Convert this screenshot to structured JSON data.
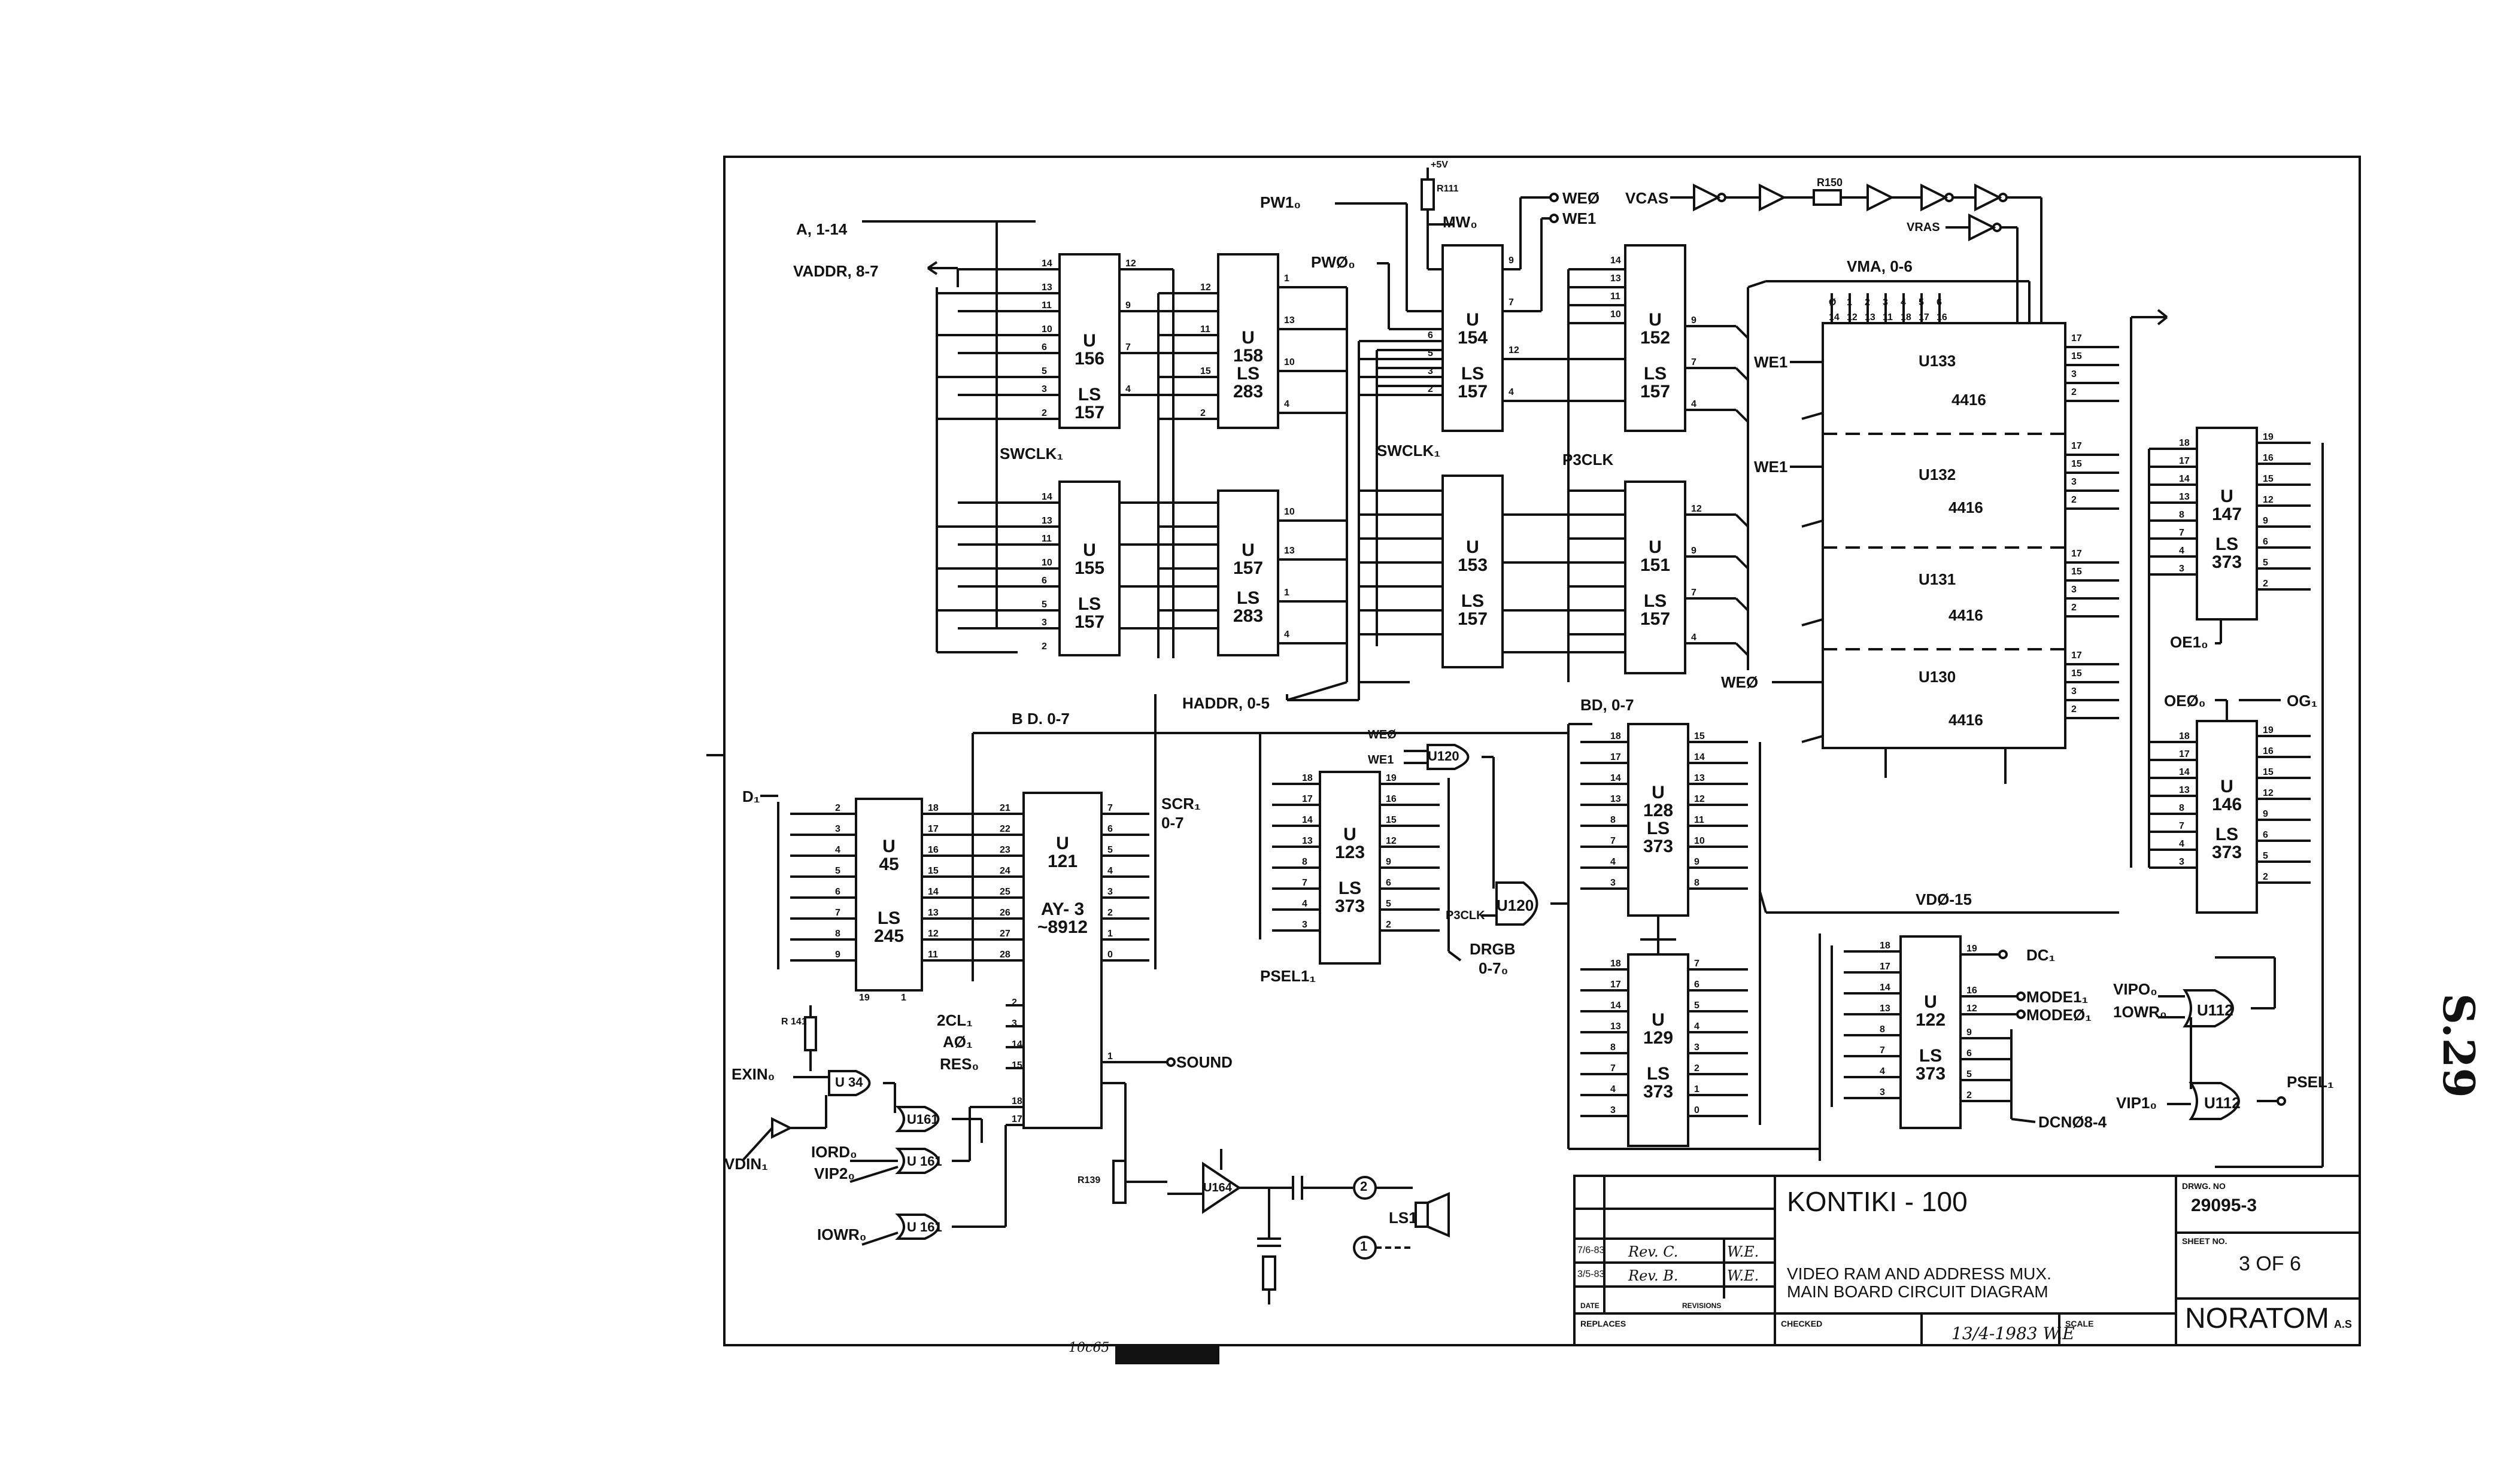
{
  "title_block": {
    "project": "KONTIKI - 100",
    "title_line1": "VIDEO RAM AND ADDRESS MUX.",
    "title_line2": "MAIN BOARD CIRCUIT DIAGRAM",
    "drwg_no_label": "DRWG. NO",
    "drwg_no": "29095-3",
    "sheet_no_label": "SHEET NO.",
    "sheet_no": "3 OF 6",
    "company": "NORATOM",
    "company_suffix": "A.S",
    "date_label": "DATE",
    "revisions_label": "REVISIONS",
    "replaces_label": "REPLACES",
    "checked_label": "CHECKED",
    "scale_label": "SCALE",
    "date_value": "13/4-1983 W.E",
    "rev_rows": [
      {
        "date": "7/6-83",
        "text": "Rev. C.",
        "by": "W.E."
      },
      {
        "date": "3/5-83",
        "text": "Rev. B.",
        "by": "W.E."
      }
    ]
  },
  "side_note": "S.29",
  "bottom_note": "10c65",
  "chips": [
    {
      "id": "u156",
      "lines": [
        "U",
        "156",
        "",
        "LS",
        "157"
      ]
    },
    {
      "id": "u155",
      "lines": [
        "U",
        "155",
        "",
        "LS",
        "157"
      ]
    },
    {
      "id": "u158",
      "lines": [
        "U",
        "158",
        "",
        "LS",
        "283"
      ]
    },
    {
      "id": "u157",
      "lines": [
        "U",
        "157",
        "",
        "LS",
        "283"
      ]
    },
    {
      "id": "u154",
      "lines": [
        "U",
        "154",
        "",
        "LS",
        "157"
      ]
    },
    {
      "id": "u153",
      "lines": [
        "U",
        "153",
        "",
        "LS",
        "157"
      ]
    },
    {
      "id": "u152",
      "lines": [
        "U",
        "152",
        "",
        "LS",
        "157"
      ]
    },
    {
      "id": "u151",
      "lines": [
        "U",
        "151",
        "",
        "LS",
        "157"
      ]
    },
    {
      "id": "u45",
      "lines": [
        "U",
        "45",
        "",
        "LS",
        "245"
      ]
    },
    {
      "id": "u121",
      "lines": [
        "U",
        "121",
        "",
        "AY- 3",
        "~8912"
      ]
    },
    {
      "id": "u123",
      "lines": [
        "U",
        "123",
        "",
        "LS",
        "373"
      ]
    },
    {
      "id": "u128",
      "lines": [
        "U",
        "128",
        "",
        "LS",
        "373"
      ]
    },
    {
      "id": "u129",
      "lines": [
        "U",
        "129",
        "",
        "LS",
        "373"
      ]
    },
    {
      "id": "u122",
      "lines": [
        "U",
        "122",
        "",
        "LS",
        "373"
      ]
    },
    {
      "id": "u147",
      "lines": [
        "U",
        "147",
        "",
        "LS",
        "373"
      ]
    },
    {
      "id": "u146",
      "lines": [
        "U",
        "146",
        "",
        "LS",
        "373"
      ]
    }
  ],
  "ram": [
    {
      "id": "u133",
      "name": "U133",
      "part": "4416"
    },
    {
      "id": "u132",
      "name": "U132",
      "part": "4416"
    },
    {
      "id": "u131",
      "name": "U131",
      "part": "4416"
    },
    {
      "id": "u130",
      "name": "U130",
      "part": "4416"
    }
  ],
  "nets": {
    "a_bus": "A, 1-14",
    "vaddr": "VADDR, 8-7",
    "swclk1": "SWCLK₁",
    "swclk2": "SWCLK₁",
    "p3clk": "P3CLK",
    "pw1": "PW1₀",
    "pw0": "PWØ₀",
    "mw": "MW₀",
    "we0_top": "WEØ",
    "we1_top": "WE1",
    "vcas": "VCAS",
    "vras": "VRAS",
    "r150": "R150",
    "r111": "R111",
    "plus5v": "+5V",
    "vma": "VMA, 0-6",
    "we1_a": "WE1",
    "we1_b": "WE1",
    "we0_ram": "WEØ",
    "haddr": "HADDR, 0-5",
    "bd_bus": "B D. 0-7",
    "bd_bus2": "BD, 0-7",
    "d1": "D₁",
    "scr": "SCR₁",
    "scr2": "0-7",
    "ld0": "2CL₁",
    "ld1": "AØ₁",
    "ld2": "RES₀",
    "sound": "SOUND",
    "exin": "EXIN₀",
    "vdin": "VDIN₁",
    "iord": "IORD₀",
    "vip2": "VIP2₀",
    "iowr": "IOWR₀",
    "r141": "R 141",
    "r139": "R139",
    "u120a": "U120",
    "u120b": "U120",
    "we0_u120": "WEØ",
    "we1_u120": "WE1",
    "p3clk2": "P3CLK",
    "drgb": "DRGB",
    "drgb2": "0-7₀",
    "psel1": "PSEL1₁",
    "vd015": "VDØ-15",
    "dc": "DC₁",
    "mode1": "MODE1₁",
    "mode0": "MODEØ₁",
    "dcn": "DCNØ8-4",
    "vip0": "VIPO₀",
    "iowr2": "1OWR₀",
    "vip1": "VIP1₀",
    "psel_out": "PSEL₁",
    "u112a": "U112",
    "u112b": "U112",
    "oe1": "OE1₀",
    "oe0": "OEØ₀",
    "og": "OG₁",
    "ls1": "LS1",
    "j2": "2",
    "j1": "1",
    "u34": "U 34",
    "u161a": "U161",
    "u161b": "U 161",
    "u161c": "U 161",
    "u164": "U164"
  }
}
